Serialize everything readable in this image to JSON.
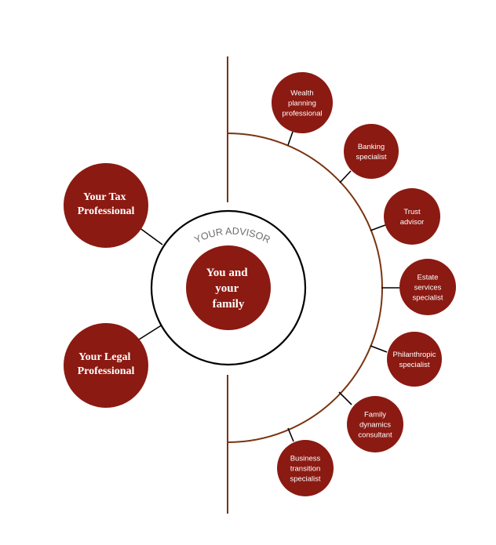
{
  "center": {
    "label": [
      "You and",
      "your",
      "family"
    ]
  },
  "advisor": {
    "label": "YOUR ADVISOR"
  },
  "left_nodes": [
    {
      "id": "tax",
      "label": [
        "Your Tax",
        "Professional"
      ]
    },
    {
      "id": "legal",
      "label": [
        "Your Legal",
        "Professional"
      ]
    }
  ],
  "specialists": [
    {
      "id": "wealth",
      "label": [
        "Wealth",
        "planning",
        "professional"
      ]
    },
    {
      "id": "banking",
      "label": [
        "Banking",
        "specialist"
      ]
    },
    {
      "id": "trust",
      "label": [
        "Trust",
        "advisor"
      ]
    },
    {
      "id": "estate",
      "label": [
        "Estate",
        "services",
        "specialist"
      ]
    },
    {
      "id": "philanthropic",
      "label": [
        "Philanthropic",
        "specialist"
      ]
    },
    {
      "id": "family-dynamics",
      "label": [
        "Family",
        "dynamics",
        "consultant"
      ]
    },
    {
      "id": "business-transition",
      "label": [
        "Business",
        "transition",
        "specialist"
      ]
    }
  ],
  "colors": {
    "node": "#8b1a12",
    "line": "#7a3410",
    "ring": "#000000"
  }
}
